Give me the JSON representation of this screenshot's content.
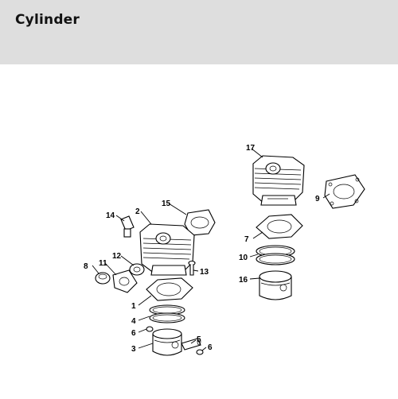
{
  "header": {
    "title": "Cylinder"
  },
  "diagram": {
    "callouts": [
      "1",
      "2",
      "3",
      "4",
      "5",
      "6",
      "6",
      "7",
      "8",
      "9",
      "10",
      "11",
      "12",
      "13",
      "14",
      "15",
      "16",
      "17"
    ]
  }
}
